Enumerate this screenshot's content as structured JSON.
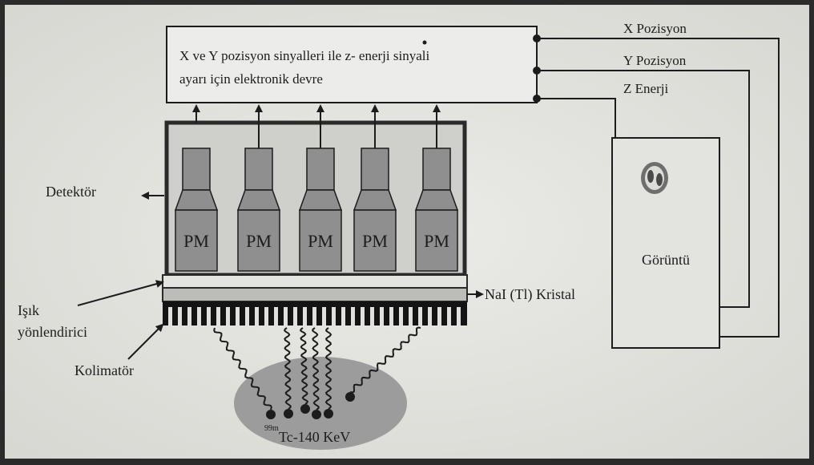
{
  "electronics_box": {
    "line1": "X ve Y pozisyon sinyalleri ile  z- enerji sinyali",
    "line2": "ayarı için elektronik devre"
  },
  "signals": {
    "x": "X Pozisyon",
    "y": "Y Pozisyon",
    "z": "Z Enerji"
  },
  "pm_tubes": [
    "PM",
    "PM",
    "PM",
    "PM",
    "PM"
  ],
  "labels": {
    "detector": "Detektör",
    "crystal": "NaI (Tl) Kristal",
    "light_guide_line1": "Işık",
    "light_guide_line2": "yönlendirici",
    "collimator": "Kolimatör",
    "source_superscript": "99m",
    "source": "Tc-140 KeV",
    "display": "Görüntü"
  },
  "colors": {
    "paper": "#e6e6e2",
    "pm_tube": "#8f8f8f",
    "pm_housing": "#bdbdbd",
    "line": "#1c1c1c",
    "source_blob": "#9c9c9c"
  }
}
